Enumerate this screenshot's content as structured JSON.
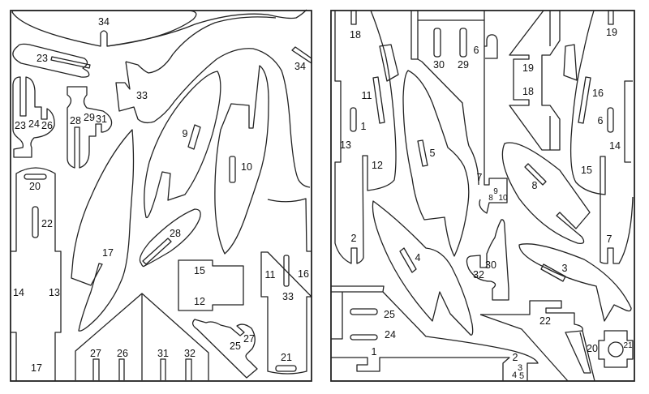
{
  "left_sheet": {
    "labels": [
      "34",
      "23",
      "34",
      "33",
      "23",
      "24",
      "26",
      "28",
      "29",
      "31",
      "9",
      "10",
      "20",
      "22",
      "28",
      "17",
      "15",
      "11",
      "16",
      "14",
      "13",
      "33",
      "12",
      "27",
      "25",
      "27",
      "26",
      "31",
      "32",
      "21",
      "17"
    ]
  },
  "right_sheet": {
    "labels": [
      "18",
      "19",
      "30",
      "29",
      "6",
      "19",
      "18",
      "11",
      "16",
      "1",
      "6",
      "13",
      "14",
      "5",
      "12",
      "15",
      "7",
      "8",
      "9",
      "10",
      "8",
      "2",
      "7",
      "4",
      "30",
      "32",
      "3",
      "25",
      "22",
      "24",
      "1",
      "20",
      "21",
      "2",
      "3",
      "4",
      "5"
    ]
  }
}
